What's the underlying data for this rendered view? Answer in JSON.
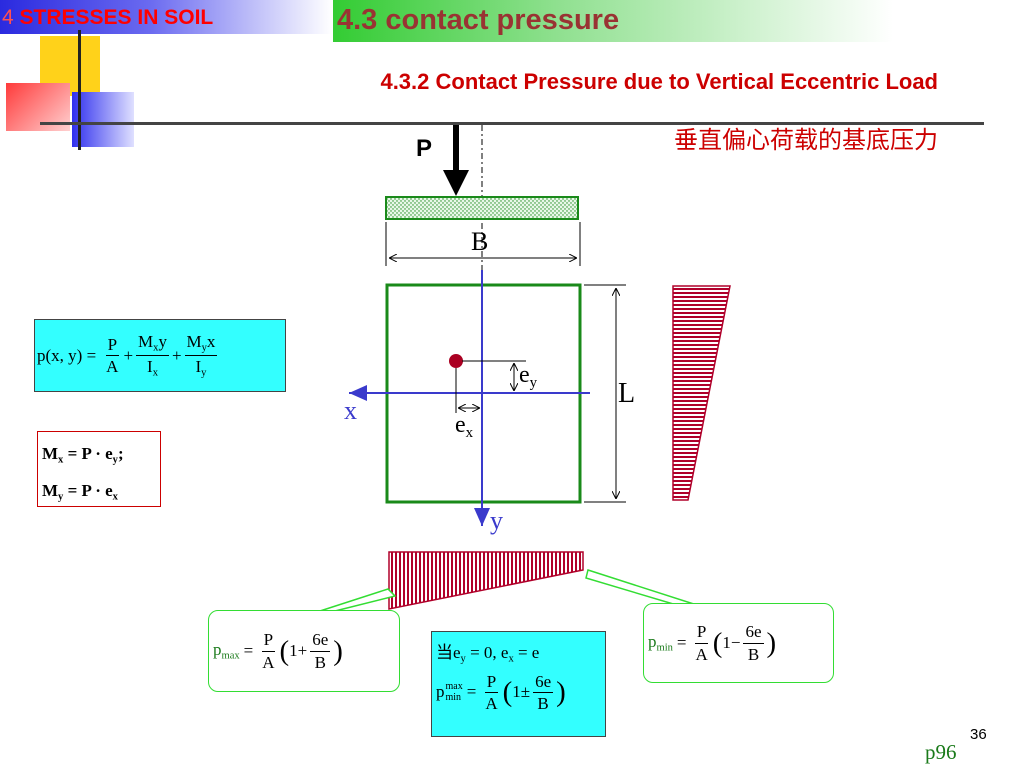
{
  "header": {
    "chapter_number": "4",
    "chapter_title": "STRESSES IN SOIL",
    "section_title": "4.3 contact pressure",
    "subtitle": "4.3.2 Contact Pressure due to Vertical Eccentric Load",
    "subtitle_cn": "垂直偏心荷载的基底压力"
  },
  "diagram": {
    "load_label": "P",
    "width_label": "B",
    "length_label": "L",
    "x_axis_label": "x",
    "y_axis_label": "y",
    "ey_label": "e",
    "ey_sub": "y",
    "ex_label": "e",
    "ex_sub": "x"
  },
  "formulas": {
    "p_xy": "p(x, y) =",
    "mx": "M",
    "mx_sub": "x",
    "mx_rhs": "= P · e",
    "mx_rhs_sub": "y",
    "mx_tail": ";",
    "my": "M",
    "my_sub": "y",
    "my_rhs": "= P · e",
    "my_rhs_sub": "x",
    "pmax_label": "p",
    "pmax_sub": "max",
    "pmin_label": "p",
    "pmin_sub": "min",
    "condition_prefix": "当",
    "condition": "e",
    "cond_sub1": "y",
    "cond_mid": "= 0, e",
    "cond_sub2": "x",
    "cond_end": "= e",
    "pm_label": "p",
    "pm_sub_top": "max",
    "pm_sub_bottom": "min",
    "one_plus": "1+",
    "one_minus": "1−",
    "one_pm": "1±",
    "six_e": "6e",
    "B": "B",
    "P": "P",
    "A": "A",
    "Mx_y": "M",
    "Mx_y_sub": "x",
    "Mx_y_tail": "y",
    "My_x": "M",
    "My_x_sub": "y",
    "My_x_tail": "x",
    "Ix": "I",
    "Ix_sub": "x",
    "Iy": "I",
    "Iy_sub": "y",
    "plus": "+",
    "equals": "="
  },
  "footer": {
    "page_ref": "p96",
    "slide_number": "36"
  },
  "colors": {
    "accent_red": "#cc0000",
    "title_red": "#993333",
    "footing_green": "#1a8a1a",
    "axis_blue": "#3a3acc",
    "pressure_red": "#b0002a",
    "formula_bg": "#33ffff"
  }
}
